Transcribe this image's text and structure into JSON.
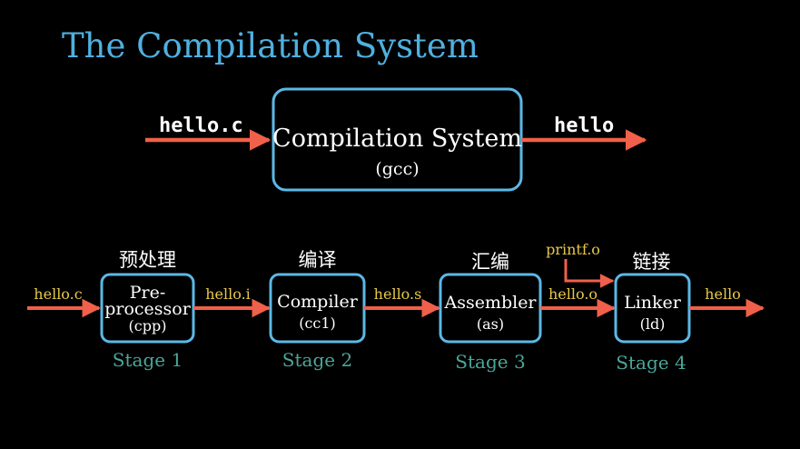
{
  "colors": {
    "background": "#000000",
    "title": "#4fb0e0",
    "box_stroke": "#5bb8e6",
    "arrow": "#f0604a",
    "file_label": "#e6c84a",
    "stage_label": "#4aa79a",
    "text": "#ffffff"
  },
  "title": "The Compilation System",
  "overview": {
    "input": "hello.c",
    "box_title": "Compilation System",
    "box_subtitle": "(gcc)",
    "output": "hello"
  },
  "pipeline": {
    "input_file": "hello.c",
    "extra_input": "printf.o",
    "stages": [
      {
        "header": "预处理",
        "name_line1": "Pre-",
        "name_line2": "processor",
        "tool": "(cpp)",
        "stage_label": "Stage 1",
        "output_file": "hello.i"
      },
      {
        "header": "编译",
        "name_line1": "Compiler",
        "name_line2": "",
        "tool": "(cc1)",
        "stage_label": "Stage 2",
        "output_file": "hello.s"
      },
      {
        "header": "汇编",
        "name_line1": "Assembler",
        "name_line2": "",
        "tool": "(as)",
        "stage_label": "Stage 3",
        "output_file": "hello.o"
      },
      {
        "header": "链接",
        "name_line1": "Linker",
        "name_line2": "",
        "tool": "(ld)",
        "stage_label": "Stage 4",
        "output_file": "hello"
      }
    ]
  }
}
